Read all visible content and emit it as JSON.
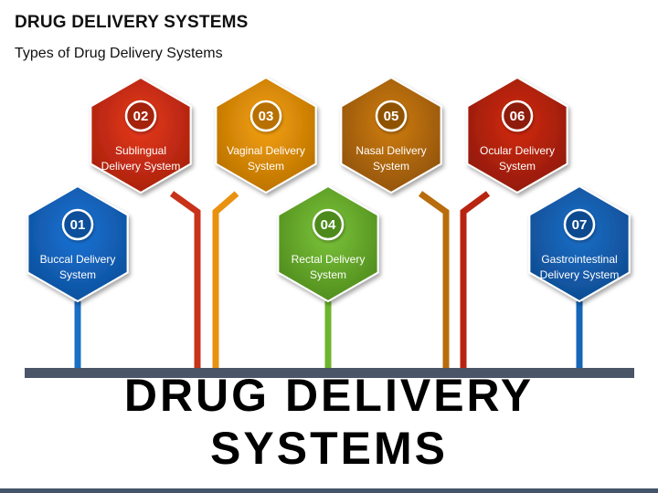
{
  "header": {
    "title": "DRUG DELIVERY SYSTEMS",
    "subtitle": "Types of Drug Delivery Systems"
  },
  "banner": {
    "text": "DRUG DELIVERY SYSTEMS"
  },
  "colors": {
    "base_bar": "#4a5568",
    "footer": "#44546a"
  },
  "items": [
    {
      "num": "01",
      "lines": [
        "Buccal Delivery",
        "System"
      ],
      "color": "#1a73d6",
      "dark": "#0d4f9a",
      "stem": "#1a6fc4"
    },
    {
      "num": "02",
      "lines": [
        "Sublingual",
        "Delivery System"
      ],
      "color": "#e8391d",
      "dark": "#a5200c",
      "stem": "#c8321a"
    },
    {
      "num": "03",
      "lines": [
        "Vaginal Delivery",
        "System"
      ],
      "color": "#f5a20e",
      "dark": "#b86f00",
      "stem": "#e89210"
    },
    {
      "num": "04",
      "lines": [
        "Rectal Delivery",
        "System"
      ],
      "color": "#7cc43a",
      "dark": "#4e8a1c",
      "stem": "#6db52c"
    },
    {
      "num": "05",
      "lines": [
        "Nasal Delivery",
        "System"
      ],
      "color": "#d07d10",
      "dark": "#8f5206",
      "stem": "#b86c0c"
    },
    {
      "num": "06",
      "lines": [
        "Ocular Delivery",
        "System"
      ],
      "color": "#d42a10",
      "dark": "#8e1a08",
      "stem": "#b82410"
    },
    {
      "num": "07",
      "lines": [
        "Gastrointestinal",
        "Delivery System"
      ],
      "color": "#1c6fc8",
      "dark": "#0e4a8f",
      "stem": "#1565b8"
    }
  ]
}
